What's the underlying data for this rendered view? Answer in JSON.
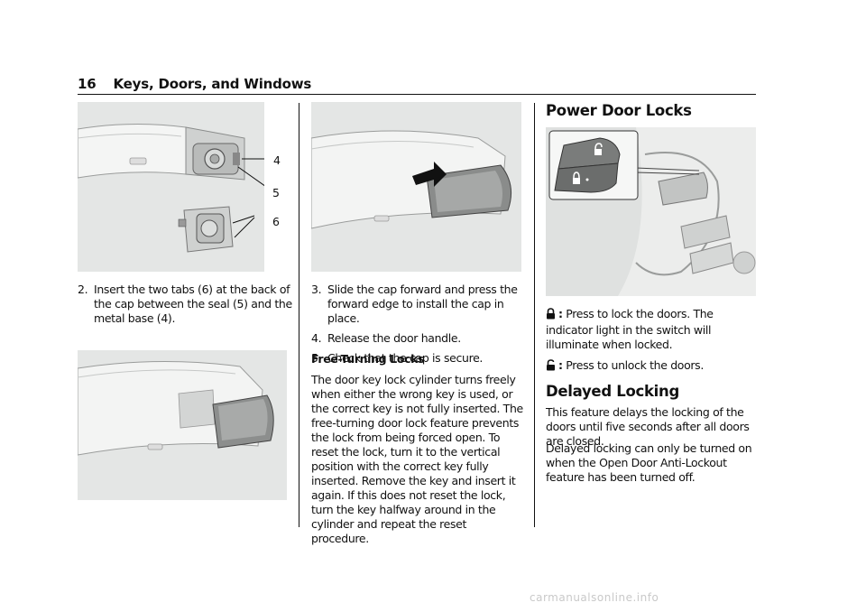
{
  "header": {
    "page_number": "16",
    "section": "Keys, Doors, and Windows"
  },
  "fig1": {
    "callouts": [
      "4",
      "5",
      "6"
    ]
  },
  "col1": {
    "steps": [
      {
        "num": "2.",
        "text": "Insert the two tabs (6) at the back of the cap between the seal (5) and the metal base (4)."
      }
    ]
  },
  "col2": {
    "steps": [
      {
        "num": "3.",
        "text": "Slide the cap forward and press the forward edge to install the cap in place."
      },
      {
        "num": "4.",
        "text": "Release the door handle."
      },
      {
        "num": "5.",
        "text": "Check that the cap is secure."
      }
    ],
    "free_turning_heading": "Free-Turning Locks",
    "free_turning_text": "The door key lock cylinder turns freely when either the wrong key is used, or the correct key is not fully inserted. The free-turning door lock feature prevents the lock from being forced open. To reset the lock, turn it to the vertical position with the correct key fully inserted. Remove the key and insert it again. If this does not reset the lock, turn the key halfway around in the cylinder and repeat the reset procedure."
  },
  "col3": {
    "power_heading": "Power Door Locks",
    "lock_text": "Press to lock the doors. The indicator light in the switch will illuminate when locked.",
    "unlock_text": "Press to unlock the doors.",
    "delayed_heading": "Delayed Locking",
    "delayed_p1": "This feature delays the locking of the doors until five seconds after all doors are closed.",
    "delayed_p2": "Delayed locking can only be turned on when the Open Door Anti-Lockout feature has been turned off."
  },
  "footer": {
    "watermark": "carmanualsonline.info"
  },
  "colors": {
    "figure_bg": "#e4e6e5",
    "text": "#111111",
    "watermark": "#c9c9c9"
  }
}
